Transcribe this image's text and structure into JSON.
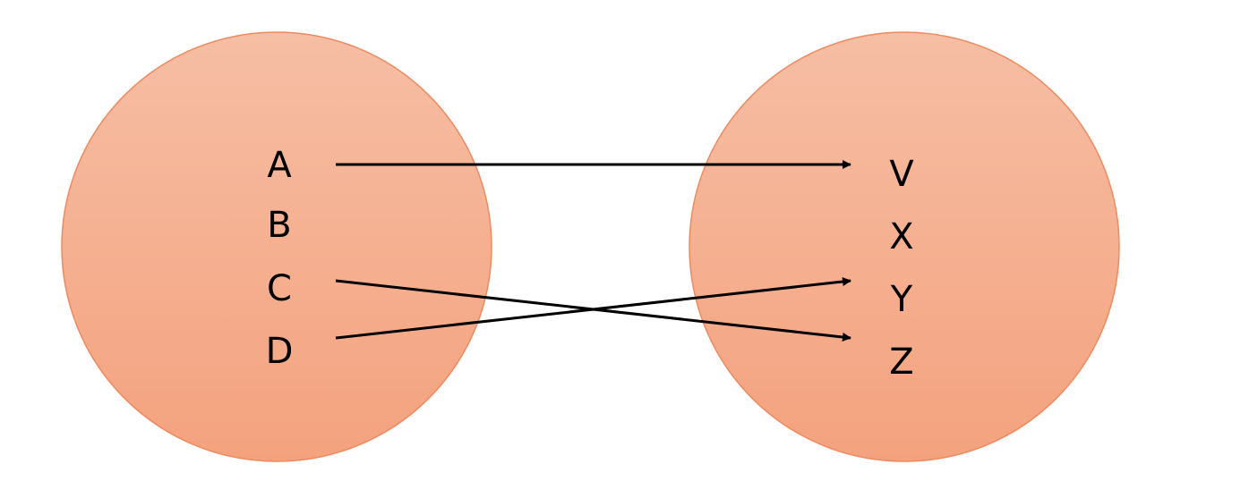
{
  "diagram": {
    "colors": {
      "circle_fill_top": "#F6BEA4",
      "circle_fill_bottom": "#F4A27E",
      "circle_stroke": "#EE8A5E",
      "arrow": "#000000"
    },
    "left_set": {
      "items": [
        "A",
        "B",
        "C",
        "D"
      ]
    },
    "right_set": {
      "items": [
        "V",
        "X",
        "Y",
        "Z"
      ]
    },
    "mappings": [
      {
        "from": "A",
        "to": "V"
      },
      {
        "from": "C",
        "to": "Z"
      },
      {
        "from": "D",
        "to": "Y"
      }
    ]
  }
}
